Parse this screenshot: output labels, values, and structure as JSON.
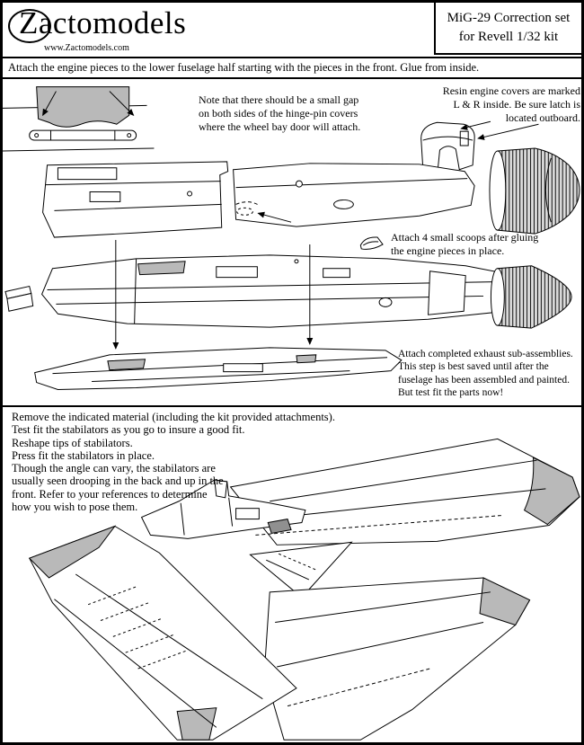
{
  "header": {
    "brand": "Zactomodels",
    "website": "www.Zactomodels.com",
    "kit_title_line1": "MiG-29 Correction set",
    "kit_title_line2": "for Revell 1/32 kit"
  },
  "engines": {
    "instruction": "Attach the engine pieces to the lower fuselage half starting with the pieces in the front. Glue from inside.",
    "note_hinge_gap": [
      "Note that there should be a small gap",
      "on both sides of the hinge-pin covers",
      "where the wheel bay door will attach."
    ],
    "note_resin_covers": [
      "Resin engine covers are marked",
      "L & R inside. Be sure latch is",
      "located outboard."
    ],
    "note_scoops": [
      "Attach 4 small scoops after gluing",
      "the engine pieces in place."
    ],
    "note_exhaust": [
      "Attach completed exhaust sub-assemblies.",
      "This step is best saved until after the",
      "fuselage has been assembled and painted.",
      "But test fit the parts now!"
    ]
  },
  "stabilators": {
    "instructions": [
      "Remove the indicated material (including the kit provided attachments).",
      "Test fit the stabilators as you go to insure a good fit.",
      "Reshape tips of stabilators.",
      "Press fit the stabilators in place.",
      "Though the angle can vary, the stabilators are",
      "usually seen drooping in the back and up in the",
      "front. Refer to your references to determine",
      "how you wish to pose them."
    ]
  },
  "colors": {
    "shade_gray": "#b9b9b9",
    "line_black": "#000000"
  }
}
